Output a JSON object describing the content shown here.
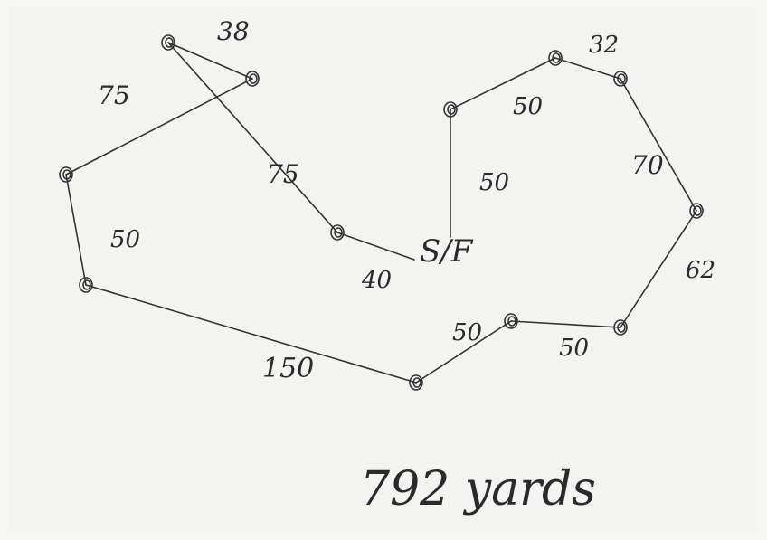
{
  "diagram": {
    "start_finish_label": "S/F",
    "total_label": "792 yards",
    "segments": [
      {
        "from": "SF",
        "to": "A",
        "label": "40"
      },
      {
        "from": "A",
        "to": "B",
        "label": "75"
      },
      {
        "from": "B",
        "to": "C",
        "label": "38"
      },
      {
        "from": "C",
        "to": "D",
        "label": "75"
      },
      {
        "from": "D",
        "to": "E",
        "label": "50"
      },
      {
        "from": "E",
        "to": "F",
        "label": "150"
      },
      {
        "from": "F",
        "to": "G",
        "label": "50"
      },
      {
        "from": "G",
        "to": "H",
        "label": "50"
      },
      {
        "from": "H",
        "to": "I",
        "label": "62"
      },
      {
        "from": "I",
        "to": "J",
        "label": "70"
      },
      {
        "from": "J",
        "to": "K",
        "label": "32"
      },
      {
        "from": "K",
        "to": "L",
        "label": "50"
      },
      {
        "from": "L",
        "to": "SF",
        "label": "50"
      }
    ]
  }
}
